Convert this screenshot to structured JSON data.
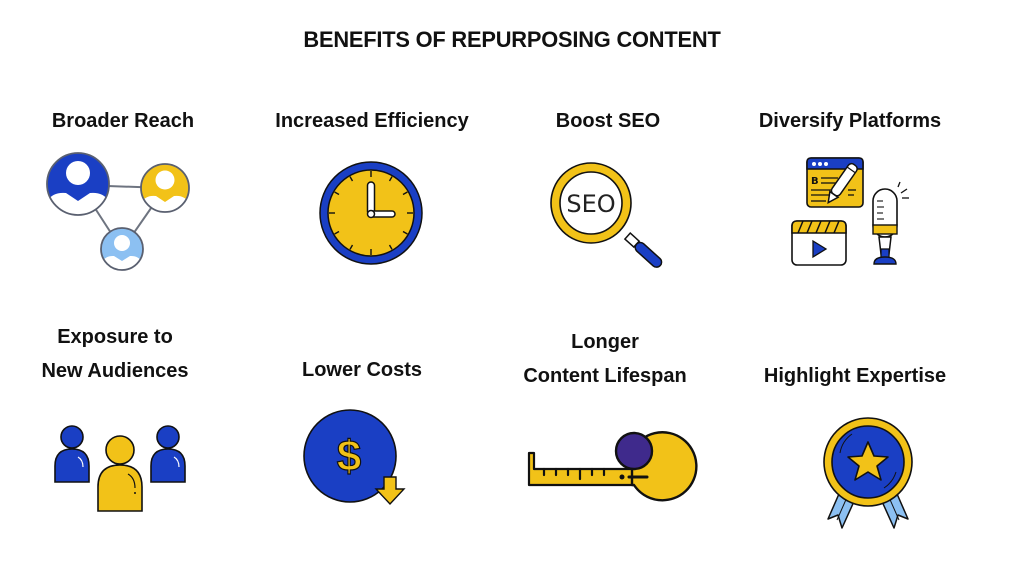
{
  "title": "BENEFITS OF REPURPOSING CONTENT",
  "colors": {
    "blue": "#1a3fc4",
    "yellow": "#f2c218",
    "light_blue": "#8cc0f2",
    "purple": "#3f2a8c",
    "outline": "#111111",
    "connector_gray": "#6e7480"
  },
  "benefits": [
    {
      "label": "Broader Reach",
      "icon": "network-people-icon"
    },
    {
      "label": "Increased Efficiency",
      "icon": "clock-icon"
    },
    {
      "label": "Boost SEO",
      "icon": "magnifier-seo-icon",
      "icon_text": "SEO"
    },
    {
      "label": "Diversify Platforms",
      "icon": "platforms-icon",
      "icon_text": "B"
    },
    {
      "label_lines": [
        "Exposure to",
        "New Audiences"
      ],
      "icon": "audience-icon"
    },
    {
      "label": "Lower Costs",
      "icon": "dollar-down-icon",
      "icon_text": "$"
    },
    {
      "label_lines": [
        "Longer",
        "Content Lifespan"
      ],
      "icon": "tape-measure-icon"
    },
    {
      "label": "Highlight Expertise",
      "icon": "award-medal-icon"
    }
  ]
}
